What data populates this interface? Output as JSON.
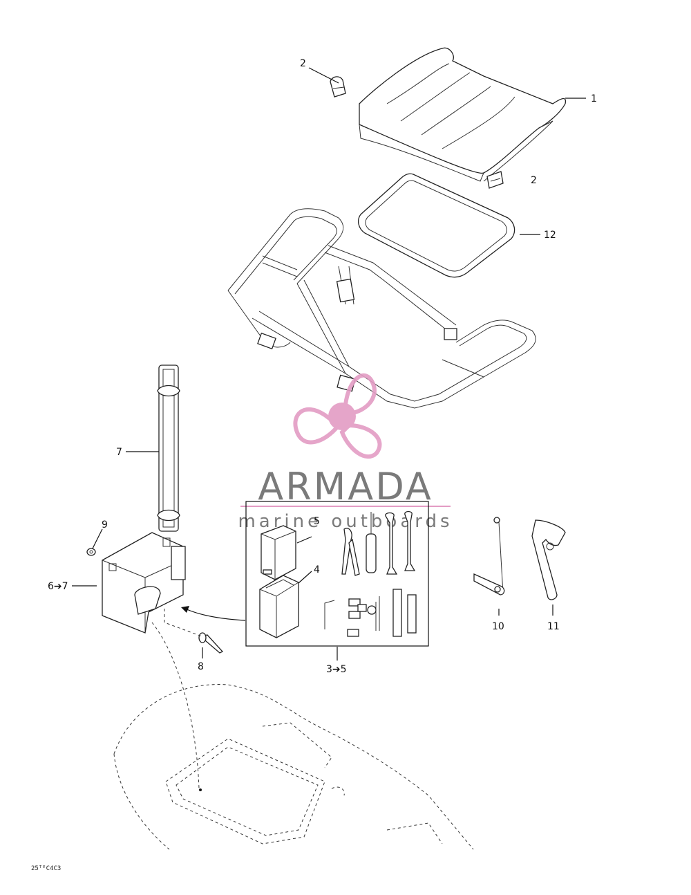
{
  "callouts": {
    "c1": "1",
    "c2a": "2",
    "c2b": "2",
    "c12": "12",
    "c7": "7",
    "c9": "9",
    "c6_7": "6➔7",
    "c5": "5",
    "c4": "4",
    "c8": "8",
    "c3_5": "3➔5",
    "c10": "10",
    "c11": "11"
  },
  "watermark": {
    "brand": "ARMADA",
    "tagline": "marine outboards",
    "text_color": "#7a7a7a",
    "logo_color": "#e39cc4"
  },
  "drawing_code": "25ᵀᴱC4C3"
}
